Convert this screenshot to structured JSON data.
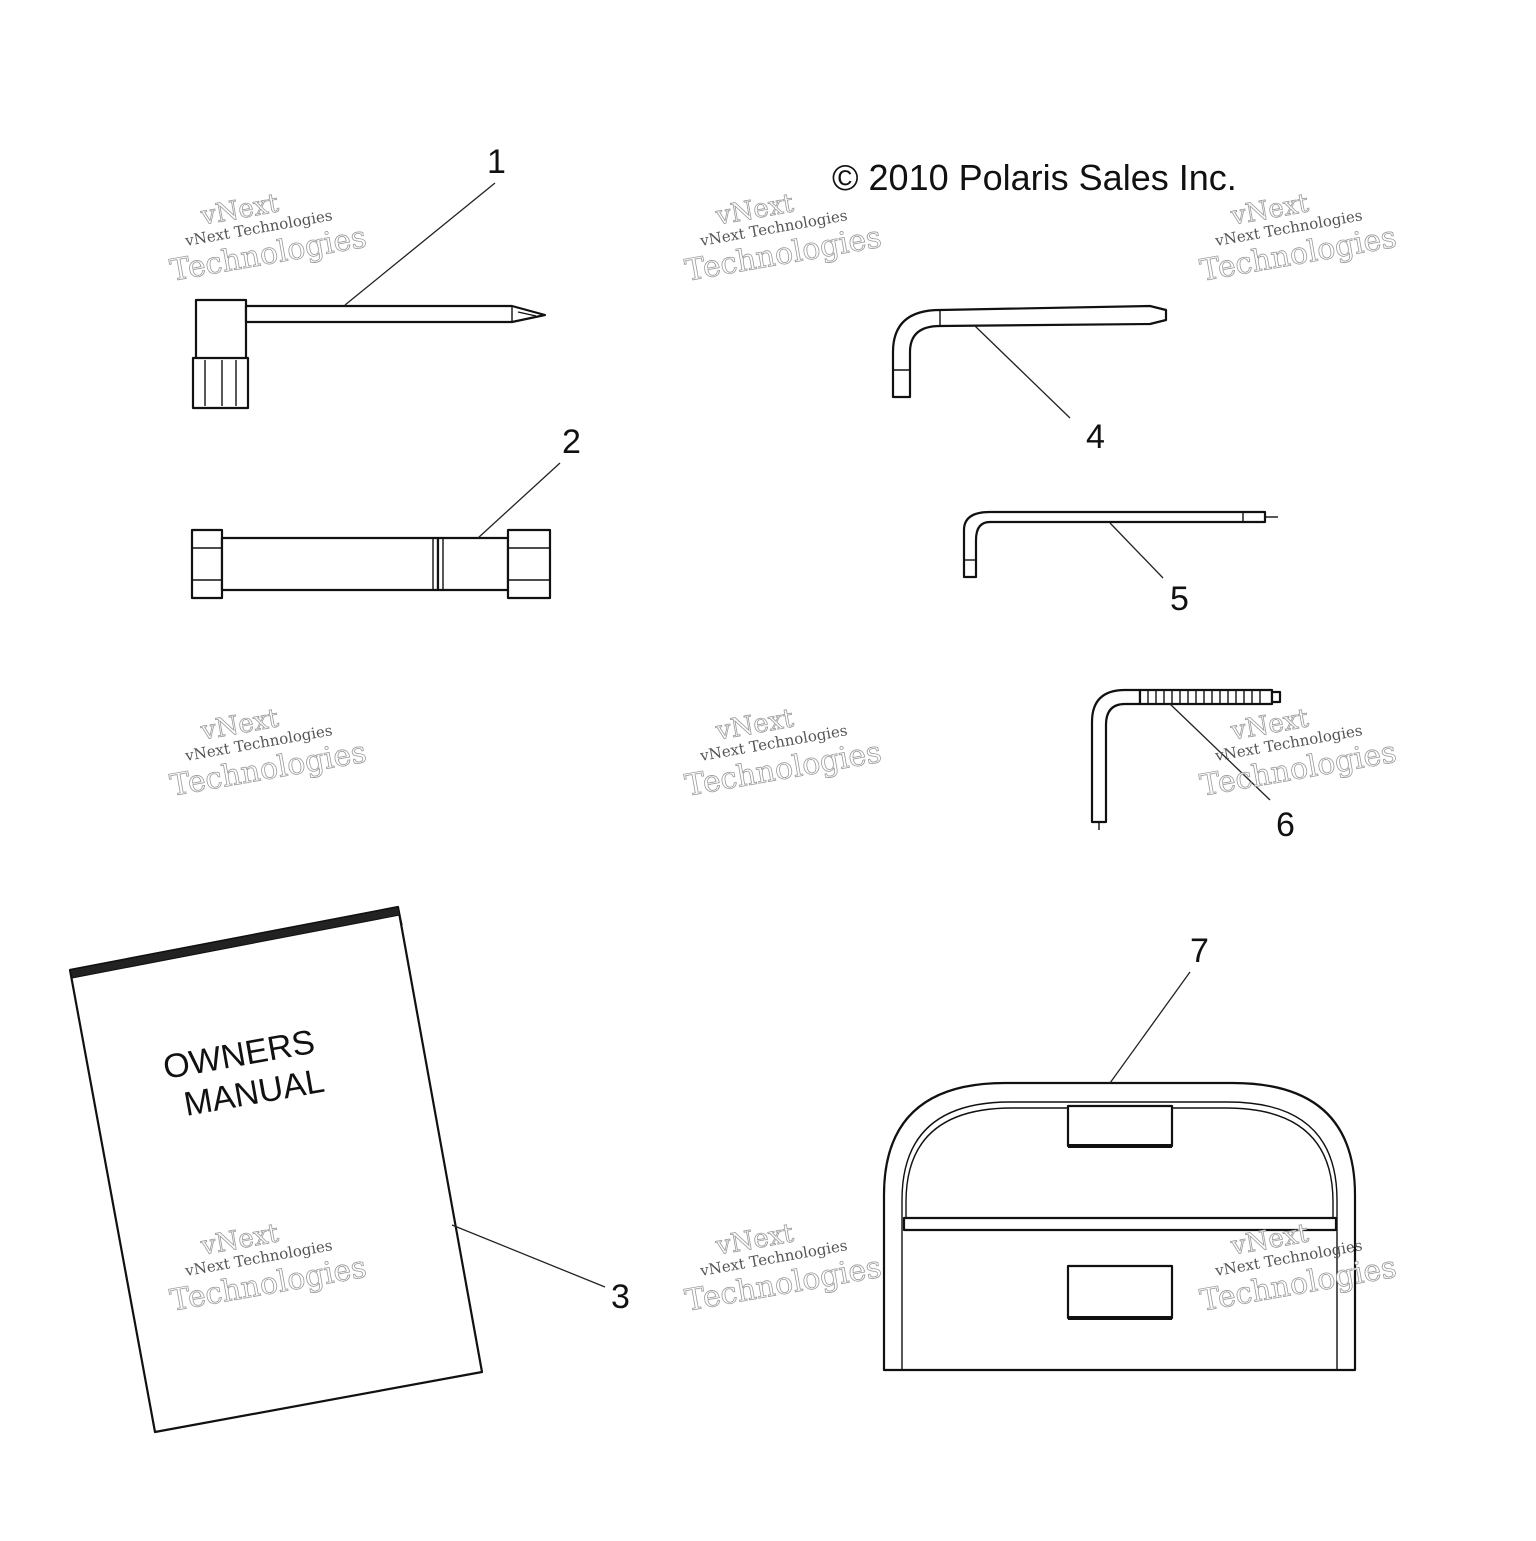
{
  "copyright": "© 2010 Polaris Sales Inc.",
  "manual_cover": {
    "line1": "OWNERS",
    "line2": "MANUAL"
  },
  "callouts": [
    "1",
    "2",
    "3",
    "4",
    "5",
    "6",
    "7"
  ],
  "watermark": {
    "line1": "vNext",
    "line2": "vNext Technologies",
    "line3": "Technologies"
  },
  "colors": {
    "line": "#111111",
    "background": "#ffffff",
    "watermark": "#9a9a9a"
  }
}
